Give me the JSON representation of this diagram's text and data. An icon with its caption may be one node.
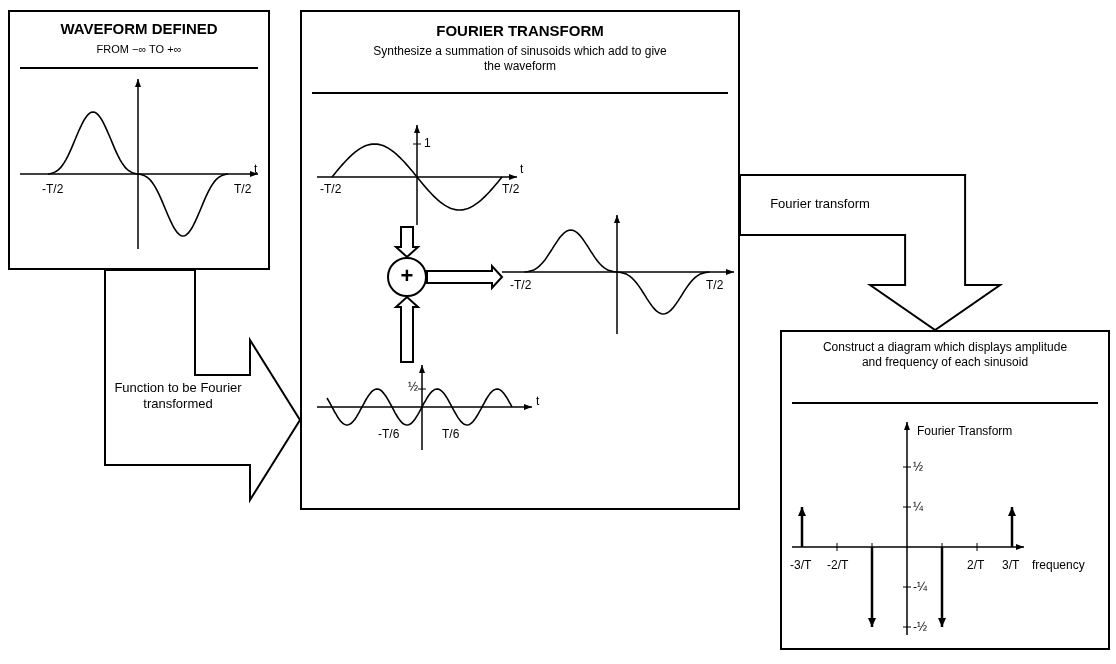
{
  "diagram": {
    "nodes": [
      {
        "text": [
          "WAVEFORM DEFINED",
          "FROM −∞ TO +∞"
        ]
      },
      {
        "text": [
          "FOURIER TRANSFORM",
          "Synthesize a summation of sinusoids which add to give the waveform"
        ]
      },
      {
        "text": [],
        "shape": "picture",
        "in": 1
      },
      {
        "text": [
          "+"
        ],
        "in": 1
      },
      {
        "text": [],
        "shape": "picture",
        "in": 1
      },
      {
        "text": [],
        "shape": "picture",
        "in": 1
      },
      {
        "text": [
          "Construct a diagram which displays amplitude and frequency of each sinusoid"
        ]
      }
    ],
    "edges": [
      {
        "from": 0,
        "to": 1,
        "arrow": "to",
        "label": "Function to be Fourier transformed"
      },
      {
        "from": 2,
        "to": 3,
        "arrow": "to"
      },
      {
        "from": 5,
        "to": 3,
        "arrow": "to"
      },
      {
        "from": 3,
        "to": 4,
        "arrow": "to"
      },
      {
        "from": 1,
        "to": 6,
        "arrow": "to",
        "label": "Fourier transform"
      }
    ],
    "labels": [
      "t",
      "-T/2",
      "T/2",
      "1",
      "t",
      "-T/2",
      "T/2",
      "-T/2",
      "T/2",
      "½",
      "t",
      "-T/6",
      "T/6",
      "Fourier Transform",
      "½",
      "¼",
      "-3/T",
      "-2/T",
      "2/T",
      "3/T",
      "frequency",
      "-¼",
      "-½"
    ]
  }
}
